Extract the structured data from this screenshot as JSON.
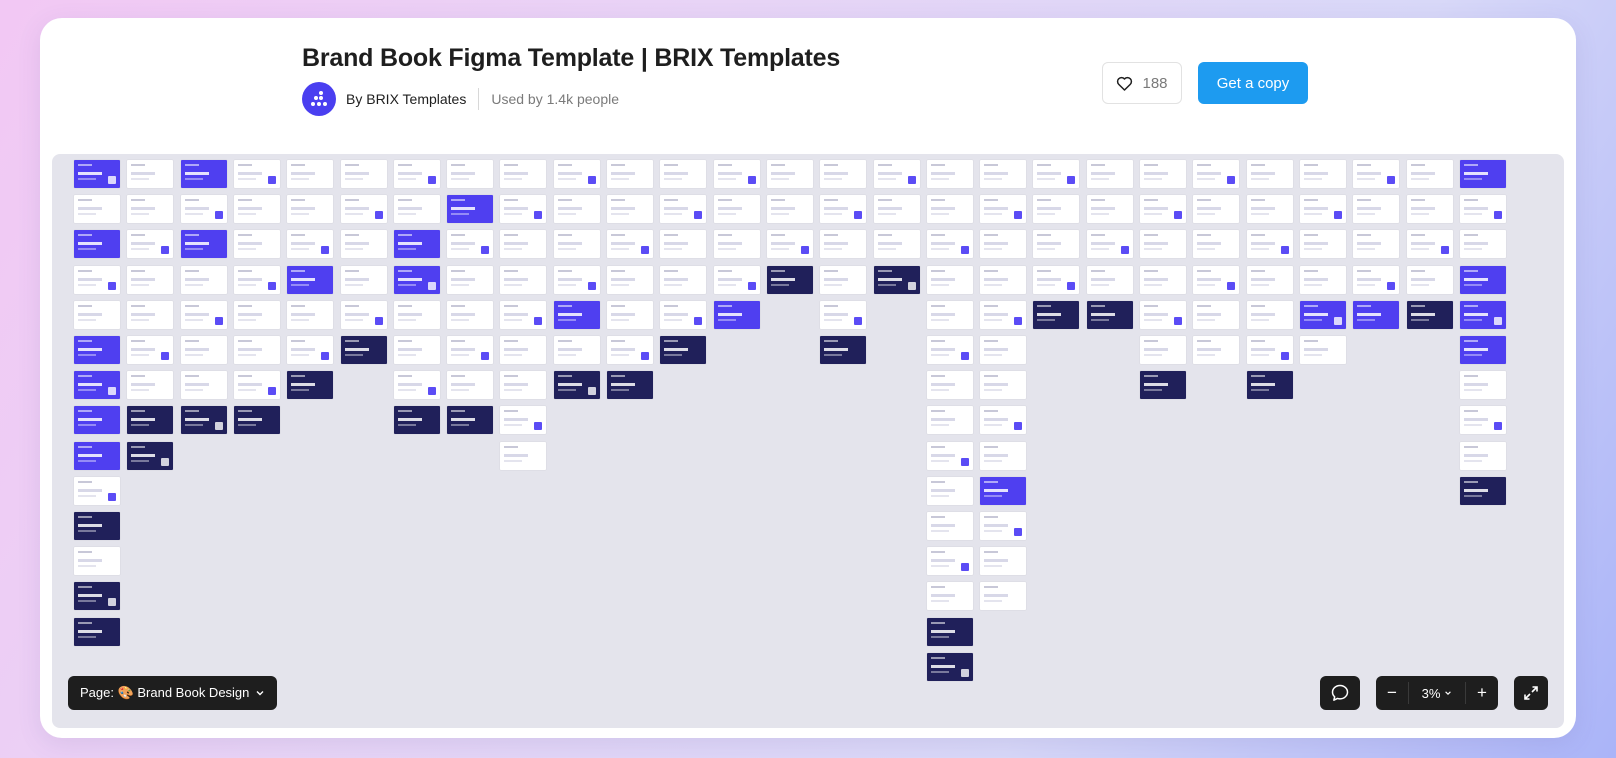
{
  "header": {
    "title": "Brand Book Figma Template | BRIX Templates",
    "author": "By BRIX Templates",
    "used_by": "Used by 1.4k people",
    "likes": "188",
    "get_copy_label": "Get a copy"
  },
  "canvas": {
    "page_label": "Page: 🎨 Brand Book Design",
    "zoom": "3%",
    "zoom_out_label": "−",
    "zoom_in_label": "+"
  },
  "colors": {
    "accent_blue": "#1d9bf0",
    "brand_purple": "#4f3ff0",
    "brand_navy": "#20205a"
  },
  "icons": {
    "like": "heart-icon",
    "comment": "comment-icon",
    "fullscreen": "expand-icon",
    "dropdown": "chevron-down-icon"
  }
}
